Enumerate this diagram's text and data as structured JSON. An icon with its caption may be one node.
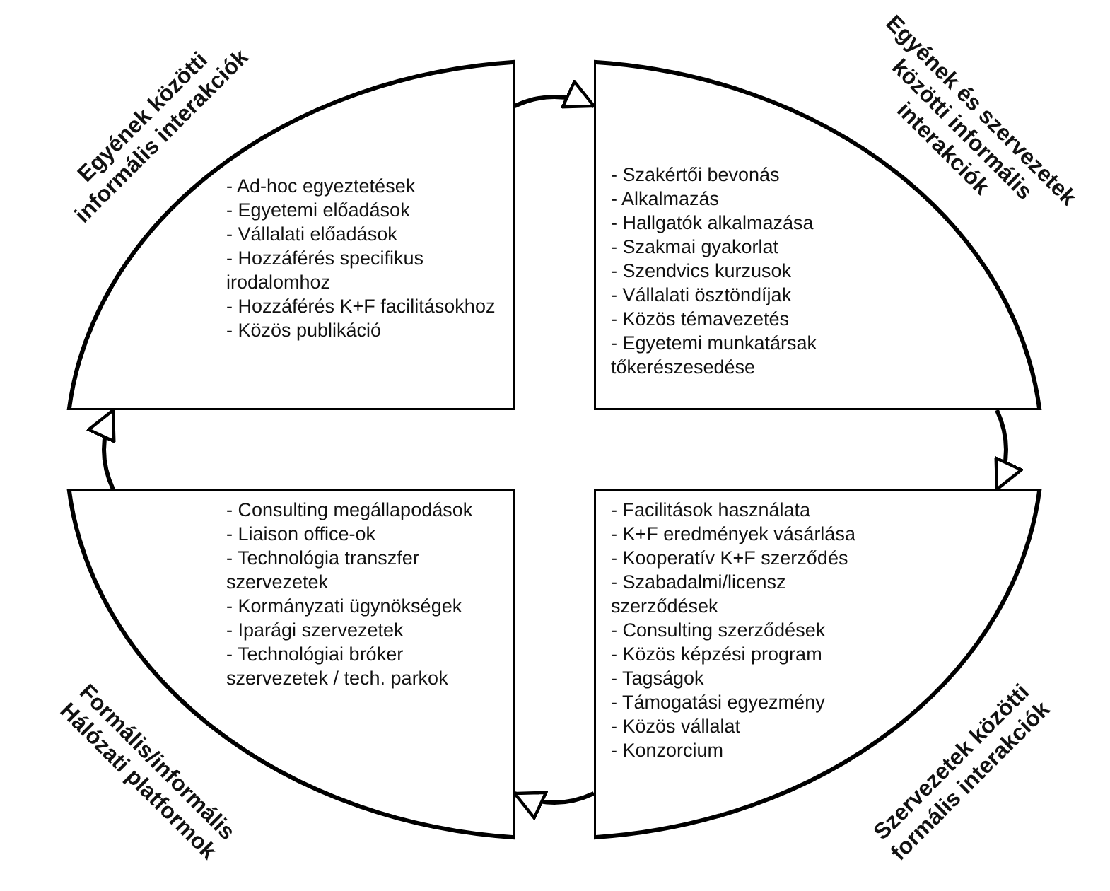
{
  "diagram": {
    "nodes": [
      {
        "text": [
          "Egyének közötti informális interakciók",
          "- Ad-hoc egyeztetések",
          "- Egyetemi előadások",
          "- Vállalati előadások",
          "- Hozzáférés specifikus irodalomhoz",
          "- Hozzáférés K+F facilitásokhoz",
          "- Közös publikáció"
        ]
      },
      {
        "text": [
          "Egyének és szervezetek közötti informális interakciók",
          "- Szakértői bevonás",
          "- Alkalmazás",
          "- Hallgatók alkalmazása",
          "- Szakmai gyakorlat",
          "- Szendvics kurzusok",
          "- Vállalati ösztöndíjak",
          "- Közös témavezetés",
          "- Egyetemi munkatársak tőkerészesedése"
        ]
      },
      {
        "text": [
          "Formális/informális Hálózati platformok",
          "- Consulting megállapodások",
          "- Liaison office-ok",
          "- Technológia transzfer szervezetek",
          "- Kormányzati ügynökségek",
          "- Iparági szervezetek",
          "- Technológiai bróker szervezetek / tech. parkok"
        ]
      },
      {
        "text": [
          "Szervezetek közötti formális interakciók",
          "- Facilitások használata",
          "- K+F eredmények vásárlása",
          "- Kooperatív K+F szerződés",
          "- Szabadalmi/licensz szerződések",
          "- Consulting szerződések",
          "- Közös képzési program",
          "- Tagságok",
          "- Támogatási egyezmény",
          "- Közös vállalat",
          "- Konzorcium"
        ]
      }
    ],
    "edges": [
      {
        "from": 0,
        "to": 1,
        "arrow": "to"
      },
      {
        "from": 1,
        "to": 3,
        "arrow": "to"
      },
      {
        "from": 3,
        "to": 2,
        "arrow": "to"
      },
      {
        "from": 2,
        "to": 0,
        "arrow": "to"
      }
    ]
  }
}
